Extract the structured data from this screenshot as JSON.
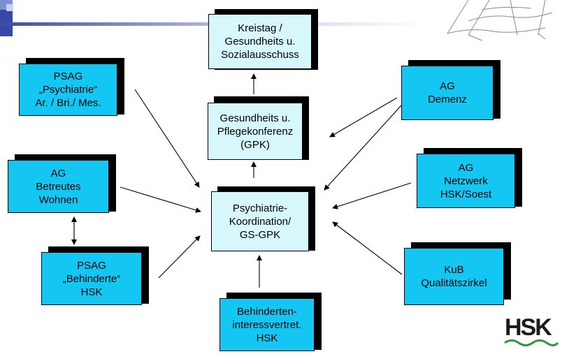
{
  "nodes": {
    "kreistag": "Kreistag /\nGesundheits u.\nSozialausschuss",
    "gpk": "Gesundheits u.\nPflegekonferenz\n(GPK)",
    "koordination": "Psychiatrie-\nKoordination/\nGS-GPK",
    "psag_psychiatrie": "PSAG\n„Psychiatrie“\nAr. / Bri./ Mes.",
    "ag_betreutes": "AG\nBetreutes\nWohnen",
    "psag_behinderte": "PSAG\n„Behinderte“\nHSK",
    "behinderten": "Behinderten-\ninteressvertret.\nHSK",
    "ag_demenz": "AG\nDemenz",
    "ag_netzwerk": "AG\nNetzwerk\nHSK/Soest",
    "kub": "KuB\nQualitätszirkel"
  },
  "logo": {
    "text": "HSK"
  },
  "colors": {
    "node_fill": "#14c6f2",
    "center_fill": "#d6f7fb",
    "accent_bar": "#3848a6"
  }
}
